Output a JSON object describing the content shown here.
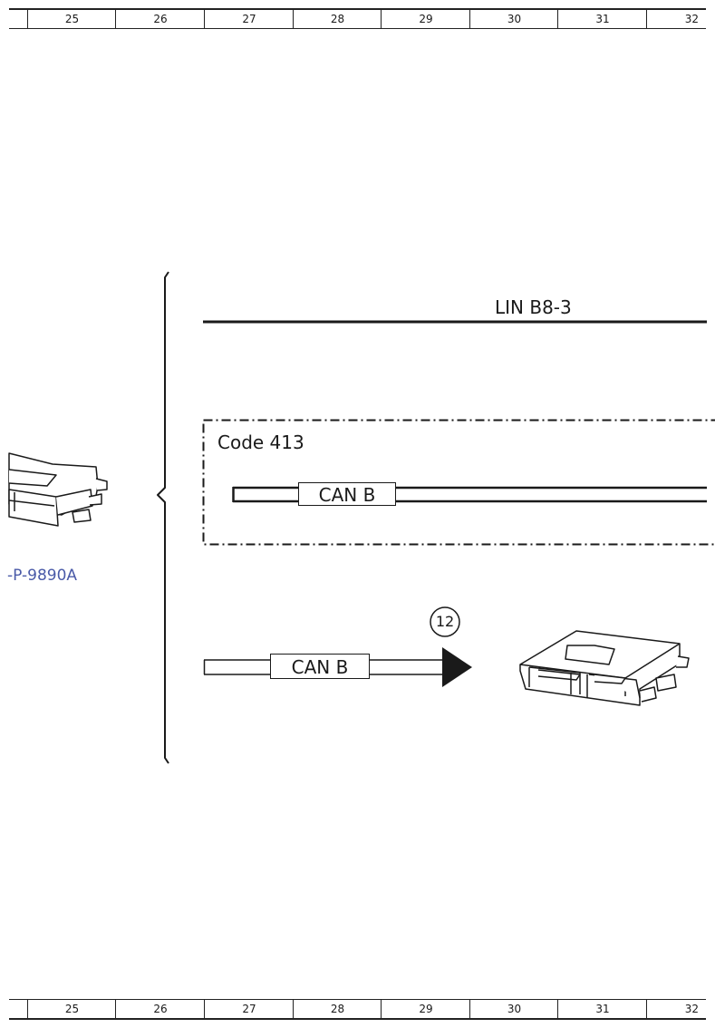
{
  "ruler": {
    "columns": [
      "25",
      "26",
      "27",
      "28",
      "29",
      "30",
      "31",
      "32"
    ]
  },
  "diagram": {
    "lin_label": "LIN B8-3",
    "option_code_label": "Code 413",
    "can_label_upper": "CAN B",
    "can_label_lower": "CAN B",
    "reference_number": "12",
    "part_number": "-P-9890A",
    "part_number_color": "#4a5aa8"
  }
}
